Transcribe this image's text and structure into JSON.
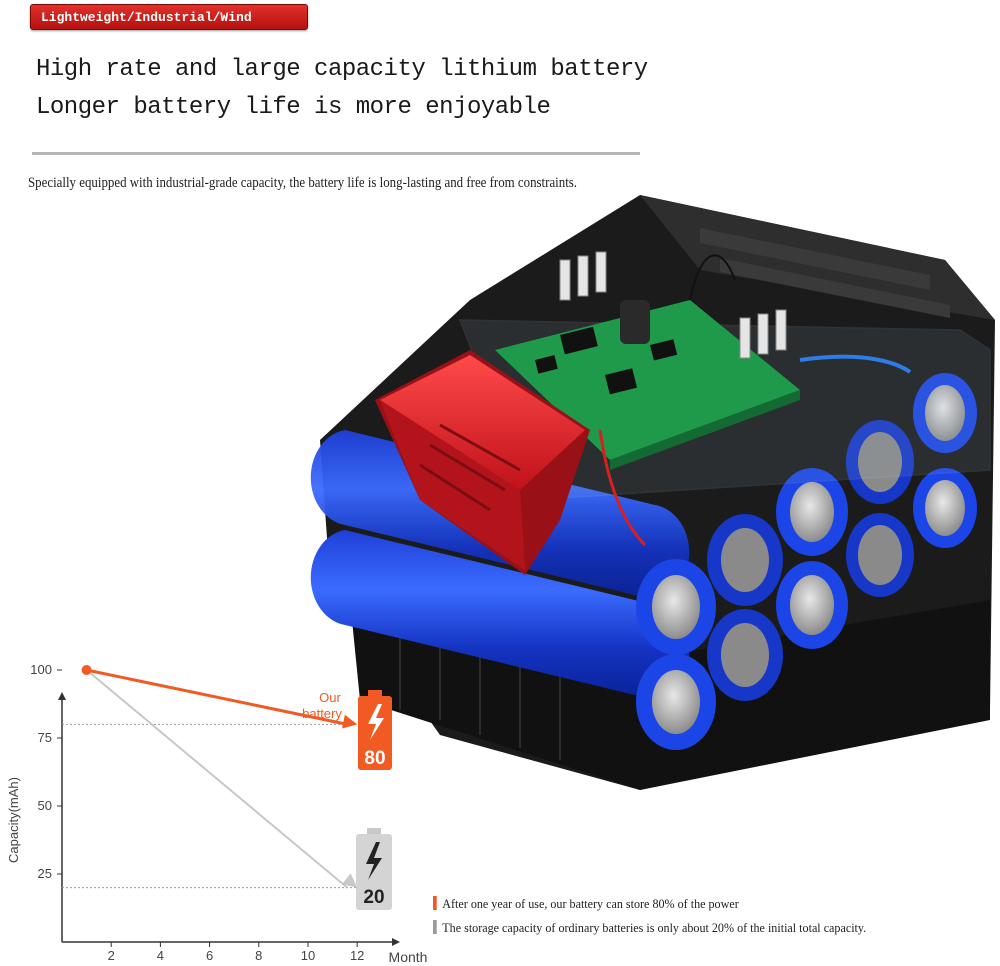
{
  "badge": {
    "label": "Lightweight/Industrial/Wind"
  },
  "headline": {
    "line1": "High rate and large capacity lithium battery",
    "line2": "Longer battery life is more enjoyable"
  },
  "subtitle": "Specially equipped with industrial-grade capacity, the battery life is long-lasting and free from constraints.",
  "product": {
    "icon": "battery-pack-illustration"
  },
  "chart_data": {
    "type": "line",
    "xlabel": "Month",
    "ylabel": "Capacity(mAh)",
    "x_ticks": [
      2,
      4,
      6,
      8,
      10,
      12
    ],
    "y_ticks": [
      25,
      50,
      75,
      100
    ],
    "series": [
      {
        "name": "Our battery",
        "color": "#f15a22",
        "x": [
          1,
          12
        ],
        "y": [
          100,
          80
        ]
      },
      {
        "color": "#c8c8c8",
        "x": [
          1,
          12
        ],
        "y": [
          100,
          20
        ]
      }
    ],
    "reference_lines": [
      80,
      20
    ],
    "callouts": {
      "ours": {
        "label_line1": "Our",
        "label_line2": "battery",
        "value": "80",
        "color": "#f15a22"
      },
      "ordinary": {
        "value": "20",
        "color": "#9a9a9a"
      }
    }
  },
  "notes": {
    "ours": {
      "text": "After one year of use, our battery can store 80% of the power",
      "color": "#f15a22"
    },
    "ordinary": {
      "text": "The storage capacity of ordinary batteries is only about 20% of the initial total capacity.",
      "color": "#9a9a9a"
    }
  }
}
